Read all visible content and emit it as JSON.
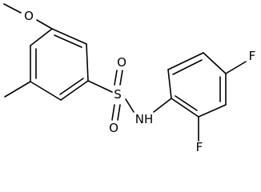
{
  "molecule": {
    "labels": {
      "o_methoxy": "O",
      "s": "S",
      "o_top": "O",
      "o_bottom": "O",
      "nh": "NH",
      "f_para": "F",
      "f_ortho": "F"
    }
  }
}
